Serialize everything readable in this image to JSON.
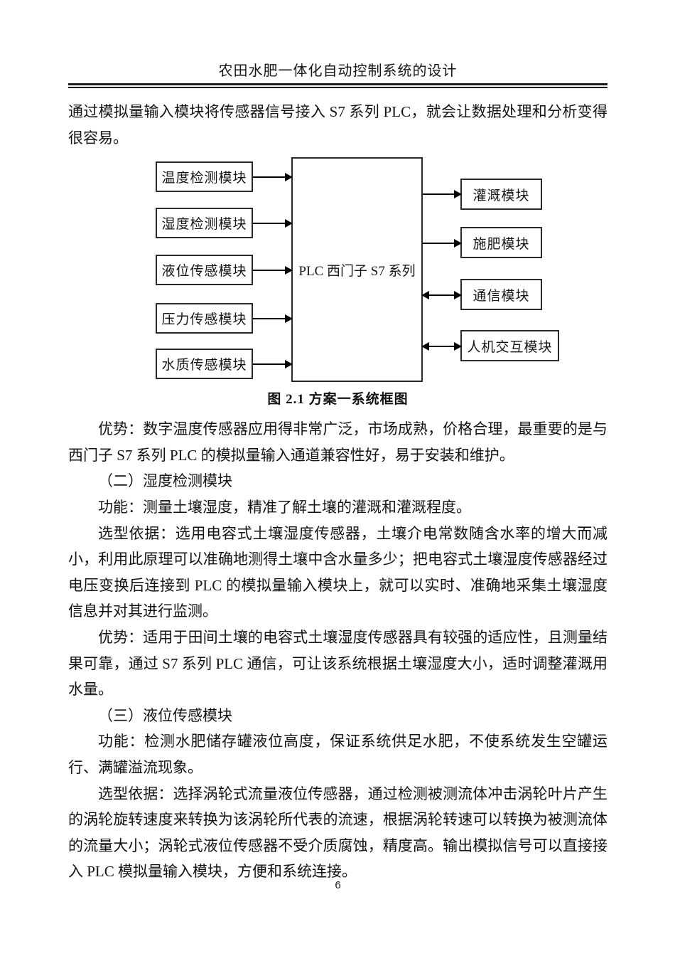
{
  "header": {
    "title": "农田水肥一体化自动控制系统的设计"
  },
  "page": {
    "number": "6"
  },
  "content": {
    "intro": "通过模拟量输入模块将传感器信号接入 S7 系列 PLC，就会让数据处理和分析变得很容易。",
    "paragraphs": [
      "优势：数字温度传感器应用得非常广泛，市场成熟，价格合理，最重要的是与西门子 S7 系列 PLC 的模拟量输入通道兼容性好，易于安装和维护。",
      "（二）湿度检测模块",
      "功能：测量土壤湿度，精准了解土壤的灌溉和灌溉程度。",
      "选型依据：选用电容式土壤湿度传感器，土壤介电常数随含水率的增大而减小，利用此原理可以准确地测得土壤中含水量多少；把电容式土壤湿度传感器经过电压变换后连接到 PLC 的模拟量输入模块上，就可以实时、准确地采集土壤湿度信息并对其进行监测。",
      "优势：适用于田间土壤的电容式土壤湿度传感器具有较强的适应性，且测量结果可靠，通过 S7 系列 PLC 通信，可让该系统根据土壤湿度大小，适时调整灌溉用水量。",
      "（三）液位传感模块",
      "功能：检测水肥储存罐液位高度，保证系统供足水肥，不使系统发生空罐运行、满罐溢流现象。",
      "选型依据：选择涡轮式流量液位传感器，通过检测被测流体冲击涡轮叶片产生的涡轮旋转速度来转换为该涡轮所代表的流速，根据涡轮转速可以转换为被测流体的流量大小；涡轮式液位传感器不受介质腐蚀，精度高。输出模拟信号可以直接接入 PLC 模拟量输入模块，方便和系统连接。"
    ]
  },
  "figure": {
    "caption": "图 2.1 方案一系统框图",
    "plc_box": "PLC 西门子 S7 系列",
    "left_boxes": [
      "温度检测模块",
      "湿度检测模块",
      "液位传感模块",
      "压力传感模块",
      "水质传感模块"
    ],
    "right_boxes": [
      "灌溉模块",
      "施肥模块",
      "通信模块",
      "人机交互模块"
    ]
  }
}
